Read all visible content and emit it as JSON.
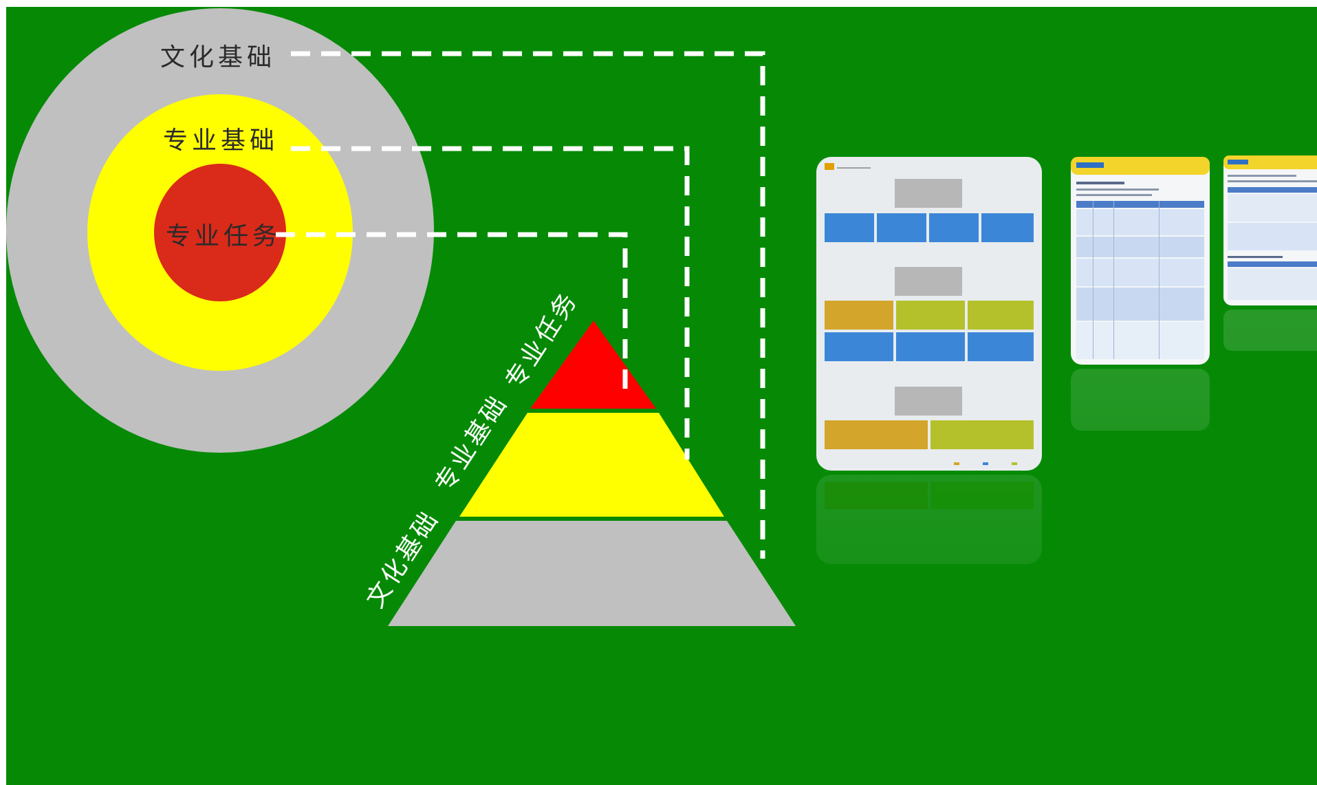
{
  "colors": {
    "background": "#068a06",
    "outer_layer": "#c0c0c0",
    "middle_layer": "#ffff00",
    "inner_layer": "#da2a1a",
    "connector": "#ffffff",
    "label_dark": "#2a2a2a"
  },
  "circle_labels": {
    "outer": "文化基础",
    "middle": "专业基础",
    "inner": "专业任务"
  },
  "pyramid_labels": {
    "top": "专业任务",
    "middle": "专业基础",
    "bottom": "文化基础"
  },
  "documents": [
    {
      "kind": "course-structure-diagram",
      "content": "illegible thumbnail"
    },
    {
      "kind": "course-table",
      "content": "illegible thumbnail"
    },
    {
      "kind": "course-table",
      "content": "illegible thumbnail"
    }
  ]
}
